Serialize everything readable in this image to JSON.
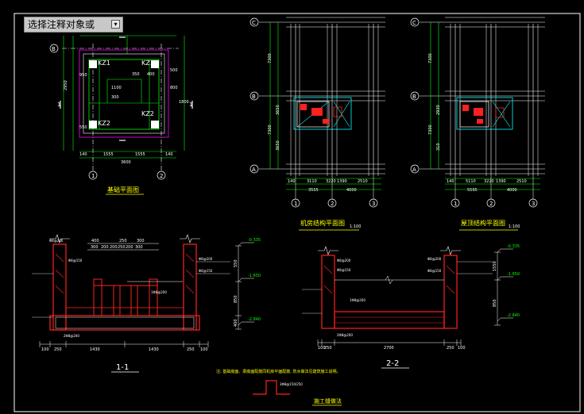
{
  "tooltip": {
    "text": "选择注释对象或"
  },
  "grid_labels": {
    "C": "C",
    "B": "B",
    "A": "A",
    "one": "1",
    "two": "2",
    "three": "3"
  },
  "titles": {
    "foundation_plan": "基础平面图",
    "machine_plan": "机房结构平面图",
    "machine_scale": "1:100",
    "roof_plan": "屋顶结构平面图",
    "roof_scale": "1:100",
    "section_11": "1-1",
    "section_22": "2-2",
    "construction_joint": "施工缝做法"
  },
  "columns": {
    "kz1": "KZ1",
    "kz2": "KZ2"
  },
  "dims": {
    "base_140": "140",
    "base_1555a": "1555",
    "base_1555b": "1555",
    "base_140b": "140",
    "base_total": "3600",
    "base_1100": "1100",
    "base_300": "300",
    "base_400": "400",
    "base_350": "350",
    "base_550": "550",
    "base_950": "950",
    "base_800": "800",
    "base_500": "500",
    "base_1800": "1800",
    "base_2950": "2950",
    "mp_140": "140",
    "mp_3110": "3110",
    "mp_3220": "3220",
    "mp_1390": "1390",
    "mp_2510": "2510",
    "mp_3555": "3555",
    "mp_4000": "4000",
    "mp_7300a": "7300",
    "mp_7300b": "7300",
    "mp_3650a": "3650",
    "mp_3650b": "3650",
    "rp_140": "140",
    "rp_5110": "5110",
    "rp_3220": "3220",
    "rp_1390": "1390",
    "rp_2510": "2510",
    "rp_5595": "5595",
    "rp_4000": "4000",
    "rp_7300a": "7300",
    "rp_7300b": "7300",
    "rp_2930": "2930",
    "rp_310": "310",
    "s1_100a": "100",
    "s1_250a": "250",
    "s1_1430a": "1430",
    "s1_1430b": "1430",
    "s1_250b": "250",
    "s1_100b": "100",
    "s1_400a": "400",
    "s1_200a": "200",
    "s1_250c": "250",
    "s1_300a": "300",
    "s1_300b": "300",
    "s1_200b": "200",
    "s1_200c": "200",
    "s1_250d": "250",
    "s1_300c": "300",
    "s1_550": "550",
    "s1_850": "850",
    "s1_400": "400",
    "s2_100a": "100",
    "s2_250a": "250",
    "s2_2700": "2700",
    "s2_250b": "250",
    "s2_100b": "100",
    "s2_1550": "1550",
    "s2_850": "850"
  },
  "levels": {
    "s1_top": "-0.335",
    "s1_mid": "-1.650",
    "s1_bot": "-2.840",
    "s2_top": "-0.335",
    "s2_mid": "-1.650",
    "s2_bot": "-2.840"
  },
  "notes": {
    "n1": "Φ8@200",
    "n2": "Φ8@200",
    "n3": "Φ8@150",
    "n4": "Φ8@150",
    "n5": "1Φ8@200",
    "n6": "2Φ8@200",
    "section_note": "注: 基础底面、梁底面配筋同机房平面配筋, 防水做法见建筑施工说明。",
    "joint_label": "3Φ8@150/250"
  },
  "colors": {
    "grid_line": "#ffffff",
    "dim": "#00ff00",
    "concrete": "#ff2020",
    "title": "#ffff00",
    "beam": "#00ffff",
    "text": "#ffffff",
    "magenta": "#ff00ff"
  }
}
